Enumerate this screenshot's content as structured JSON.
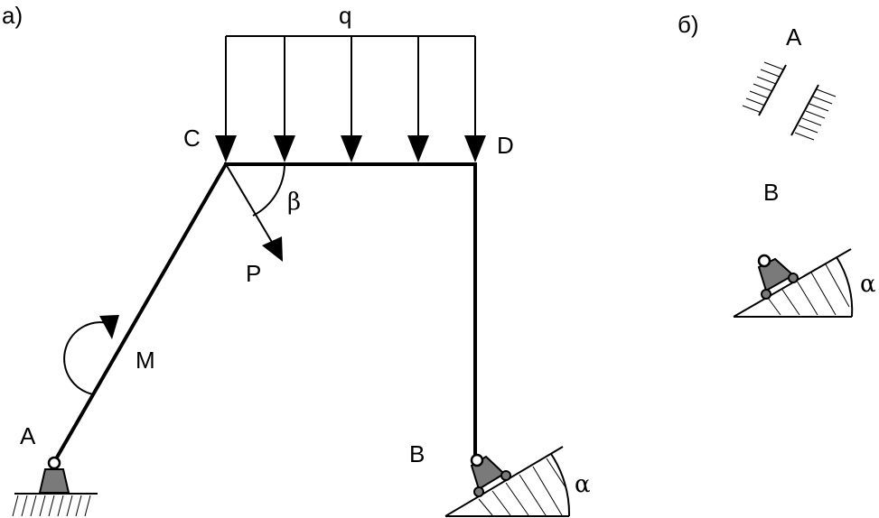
{
  "panel_a": {
    "label": "а)",
    "load_label": "q",
    "points": {
      "A": "A",
      "B": "B",
      "C": "C",
      "D": "D"
    },
    "moment_label": "M",
    "force_label": "P",
    "angle_beta": "β",
    "angle_alpha": "α"
  },
  "panel_b": {
    "label": "б)",
    "support_A": "A",
    "support_B": "B",
    "angle_alpha": "α"
  },
  "colors": {
    "line": "#000000",
    "support_fill": "#7a7a7a"
  }
}
